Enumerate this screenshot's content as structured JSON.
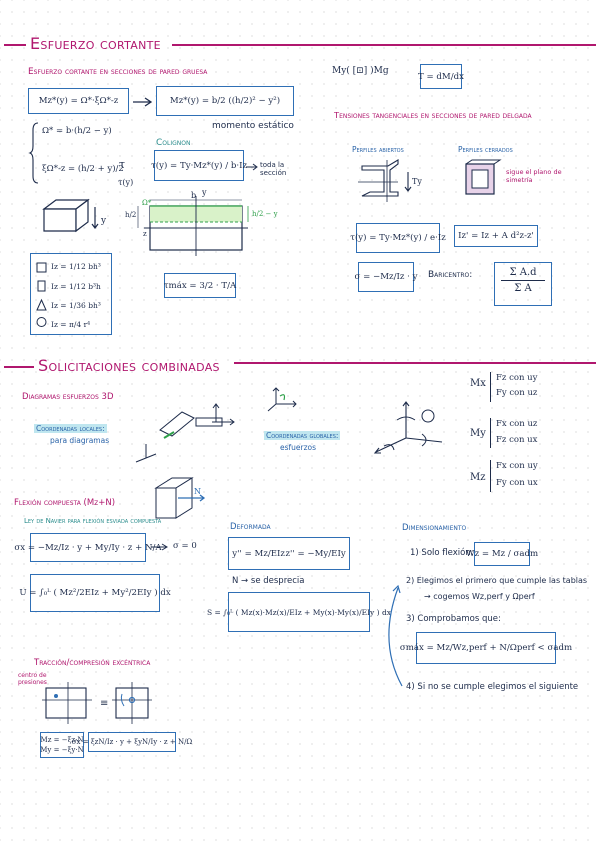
{
  "sections": {
    "s1_title": "Esfuerzo cortante",
    "s2_title": "Solicitaciones combinadas"
  },
  "cortante": {
    "thick_title": "Esfuerzo cortante en secciones de pared gruesa",
    "eq1": "Mz*(y) = Ω*·ξΩ*-z",
    "eq2": "Mz*(y) = b/2 ((h/2)² − y²)",
    "momento_estatico": "momento estático",
    "omega_def": "Ω* = b·(h/2 − y)",
    "xi_def": "ξΩ*-z = (h/2 + y)/2",
    "tau_label": "τ(y)",
    "colignon_label": "Colignon",
    "colignon_eq": "τ(y) = Ty·Mz*(y) / b·Iz",
    "toda_seccion": "toda la sección",
    "tau_max": "τmáx = 3/2 · T/A",
    "section_b": "b",
    "section_h2": "h/2",
    "section_h2y": "h/2 − y",
    "section_omega": "Ω*",
    "section_z": "z",
    "section_y": "y",
    "inertia": [
      {
        "shape": "rect",
        "eq": "Iz = 1/12 bh³"
      },
      {
        "shape": "rect",
        "eq": "Iz = 1/12 b³h"
      },
      {
        "shape": "triangle",
        "eq": "Iz = 1/36 bh³"
      },
      {
        "shape": "circle",
        "eq": "Iz = π/4 r⁴"
      }
    ],
    "torsor": "My( [⊡] )Mg",
    "t_eq": "T = dM/dx",
    "thin_title": "Tensiones tangenciales en secciones de pared delgada",
    "perfiles_abiertos": "Perfiles abiertos",
    "perfiles_cerrados": "Perfiles cerrados",
    "sigue_plano": "sigue el plano de simetría",
    "thin_tau_eq": "τ(y) = Ty·Mz*(y) / e·Iz",
    "steiner_eq": "Iz' = Iz + A d²z-z'",
    "sigma_eq": "σ = −Mz/Iz · y",
    "baricentro_label": "Baricentro:",
    "baricentro_num": "Σ A.d",
    "baricentro_den": "Σ A"
  },
  "combinadas": {
    "diagramas_title": "Diagramas esfuerzos 3D",
    "coord_locales": "Coordenadas locales:",
    "para_diagramas": "para diagramas",
    "coord_globales": "Coordenadas globales:",
    "esfuerzos": "esfuerzos",
    "moments": [
      {
        "m": "Mx",
        "lines": [
          "Fz con uy",
          "Fy con uz"
        ]
      },
      {
        "m": "My",
        "lines": [
          "Fx con uz",
          "Fz con ux"
        ]
      },
      {
        "m": "Mz",
        "lines": [
          "Fx con uy",
          "Fy con ux"
        ]
      }
    ],
    "flexion_title": "Flexión compuesta (Mz+N)",
    "navier_title": "Ley de Navier para flexión esviada compuesta",
    "navier_eq": "σx = −Mz/Iz · y + My/Iy · z + N/A",
    "eje_neutro": "σ = 0",
    "energy_eq": "U = ∫₀ᴸ ( Mz²/2EIz + My²/2EIy ) dx",
    "deformada_title": "Deformada",
    "def_eq1": "y'' = Mz/EIz",
    "def_eq2": "z'' = −My/EIy",
    "n_desprecia": "N → se desprecia",
    "def_integral": "S = ∫₀ᴸ ( Mz(x)·Mz(x)/EIz + My(x)·My(x)/EIy ) dx",
    "dim_title": "Dimensionamiento",
    "dim1": "1) Solo flexión:",
    "dim1_eq": "Wz = Mz / σadm",
    "dim2": "2) Elegimos el primero que cumple las tablas",
    "dim2b": "→ cogemos Wz,perf y Ωperf",
    "dim3": "3) Comprobamos que:",
    "dim3_eq": "σmáx = Mz/Wz,perf + N/Ωperf < σadm",
    "dim4": "4) Si no se cumple elegimos el siguiente",
    "traccion_title": "Tracción/compresión excéntrica",
    "centro_presiones": "centro de presiones",
    "eq_mz": "Mz = −ξz·N",
    "eq_my": "My = −ξy·N",
    "exc_sigma": "σx = ξzN/Iz · y + ξyN/Iy · z + N/Ω"
  }
}
